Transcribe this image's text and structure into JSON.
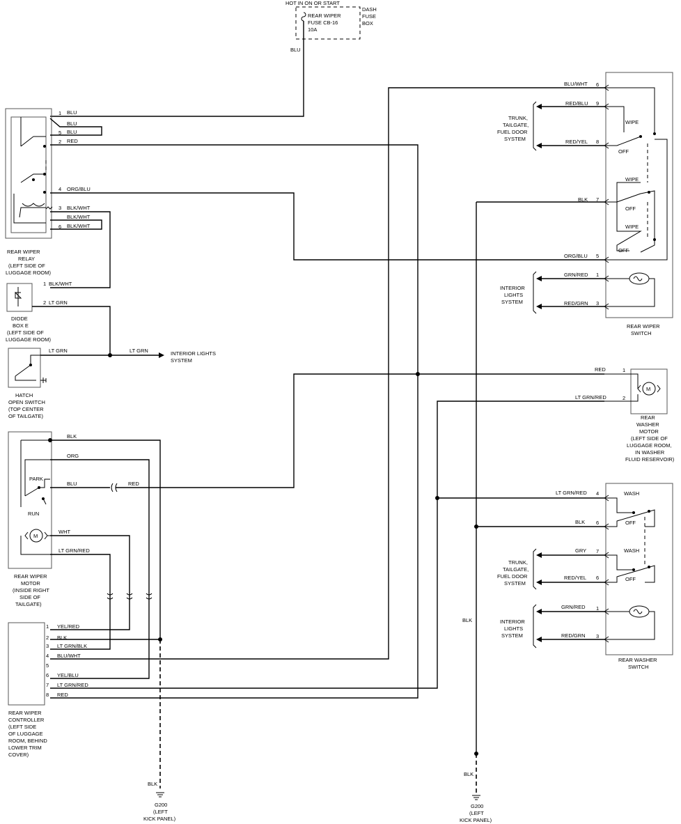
{
  "fuse": {
    "hot": "HOT IN ON OR START",
    "l1": "REAR WIPER",
    "l2": "FUSE CB-16",
    "l3": "10A",
    "box1": "DASH",
    "box2": "FUSE",
    "box3": "BOX"
  },
  "wires": {
    "blu": "BLU",
    "red": "RED",
    "blk": "BLK",
    "org": "ORG",
    "wht": "WHT",
    "org_blu": "ORG/BLU",
    "blk_wht": "BLK/WHT",
    "lt_grn": "LT GRN",
    "blu_wht": "BLU/WHT",
    "red_blu": "RED/BLU",
    "red_yel": "RED/YEL",
    "grn_red": "GRN/RED",
    "red_grn": "RED/GRN",
    "lt_grn_red": "LT GRN/RED",
    "lt_grn_blk": "LT GRN/BLK",
    "yel_red": "YEL/RED",
    "yel_blu": "YEL/BLU",
    "gry": "GRY"
  },
  "relay": {
    "pins": [
      "1",
      "5",
      "2",
      "4",
      "3",
      "6"
    ],
    "l1": "REAR WIPER",
    "l2": "RELAY",
    "l3": "(LEFT SIDE OF",
    "l4": "LUGGAGE ROOM)"
  },
  "diode": {
    "pins": [
      "1",
      "2"
    ],
    "l1": "DIODE",
    "l2": "BOX E",
    "l3": "(LEFT SIDE OF",
    "l4": "LUGGAGE ROOM)"
  },
  "hatch": {
    "l1": "HATCH",
    "l2": "OPEN SWITCH",
    "l3": "(TOP CENTER",
    "l4": "OF TAILGATE)"
  },
  "interior_lights": {
    "l1": "INTERIOR LIGHTS",
    "l2": "SYSTEM"
  },
  "motor": {
    "park": "PARK",
    "run": "RUN",
    "l1": "REAR WIPER",
    "l2": "MOTOR",
    "l3": "(INSIDE RIGHT",
    "l4": "SIDE OF",
    "l5": "TAILGATE)"
  },
  "controller": {
    "pins": [
      "1",
      "2",
      "3",
      "4",
      "5",
      "6",
      "7",
      "8"
    ],
    "l1": "REAR WIPER",
    "l2": "CONTROLLER",
    "l3": "(LEFT SIDE",
    "l4": "OF LUGGAGE",
    "l5": "ROOM, BEHIND",
    "l6": "LOWER TRIM",
    "l7": "COVER)"
  },
  "ground1": {
    "name": "G200",
    "l1": "(LEFT",
    "l2": "KICK PANEL)"
  },
  "ground2": {
    "name": "G200",
    "l1": "(LEFT",
    "l2": "KICK PANEL)"
  },
  "wiper_switch": {
    "pins": [
      "6",
      "9",
      "8",
      "7",
      "5",
      "1",
      "3"
    ],
    "wipe": "WIPE",
    "off": "OFF",
    "l1": "REAR WIPER",
    "l2": "SWITCH"
  },
  "trunk_system": {
    "l1": "TRUNK,",
    "l2": "TAILGATE,",
    "l3": "FUEL DOOR",
    "l4": "SYSTEM"
  },
  "interior_system": {
    "l1": "INTERIOR",
    "l2": "LIGHTS",
    "l3": "SYSTEM"
  },
  "washer_motor": {
    "pins": [
      "1",
      "2"
    ],
    "l1": "REAR",
    "l2": "WASHER",
    "l3": "MOTOR",
    "l4": "(LEFT SIDE OF",
    "l5": "LUGGAGE ROOM,",
    "l6": "IN WASHER",
    "l7": "FLUID RESERVOIR)"
  },
  "washer_switch": {
    "pins": [
      "4",
      "6",
      "7",
      "6",
      "1",
      "3"
    ],
    "wash": "WASH",
    "off": "OFF",
    "l1": "REAR WASHER",
    "l2": "SWITCH"
  },
  "motor_symbol": "M"
}
